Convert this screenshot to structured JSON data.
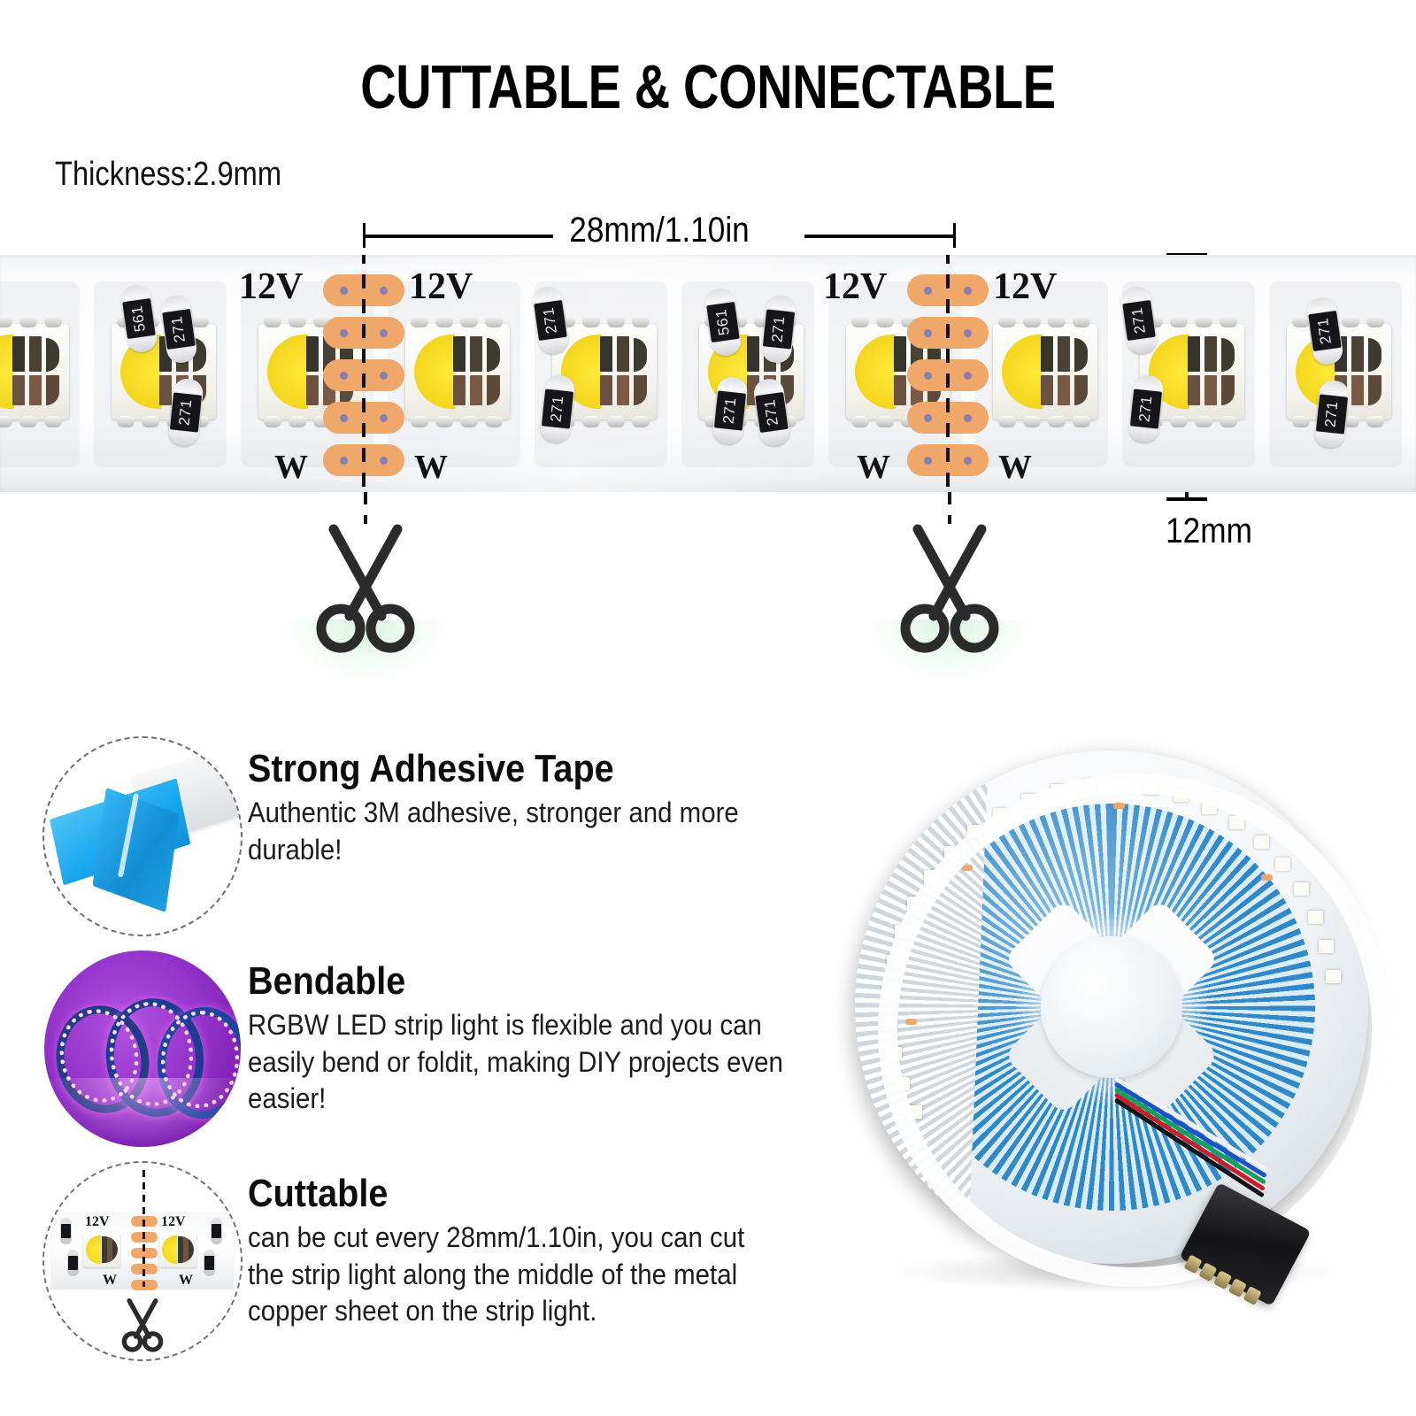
{
  "header": {
    "title": "CUTTABLE & CONNECTABLE"
  },
  "spec": {
    "thickness_label": "Thickness:2.9mm",
    "cut_length_label": "28mm/1.10in",
    "width_label": "12mm"
  },
  "strip": {
    "voltage_label": "12V",
    "white_channel_label": "W",
    "resistor_271": "271",
    "resistor_561": "561",
    "labels_12v": [
      "12V",
      "12V",
      "12V",
      "12V"
    ],
    "labels_w": [
      "W",
      "W",
      "W",
      "W"
    ]
  },
  "features": [
    {
      "icon": "adhesive-tape-icon",
      "title": "Strong Adhesive Tape",
      "body": "Authentic 3M adhesive, stronger and more durable!"
    },
    {
      "icon": "bendable-strip-icon",
      "title": "Bendable",
      "body": "RGBW LED strip light is flexible and you can easily bend or foldit, making DIY projects even easier!"
    },
    {
      "icon": "cuttable-strip-icon",
      "title": "Cuttable",
      "body": "can be cut every 28mm/1.10in, you can cut the strip light along the middle of the metal copper sheet on the strip light."
    }
  ],
  "mini_strip": {
    "voltage_label": "12V",
    "white_channel_label": "W"
  },
  "colors": {
    "copper_pad": "#f0a86a",
    "tape_blue": "#1aa8ef",
    "bend_purple": "#9333c9",
    "reel_blue": "#1f7fc4",
    "text_dark": "#0d0d0d"
  },
  "icons": {
    "scissors": "scissors-icon",
    "cut_line": "dashed-cut-line"
  }
}
